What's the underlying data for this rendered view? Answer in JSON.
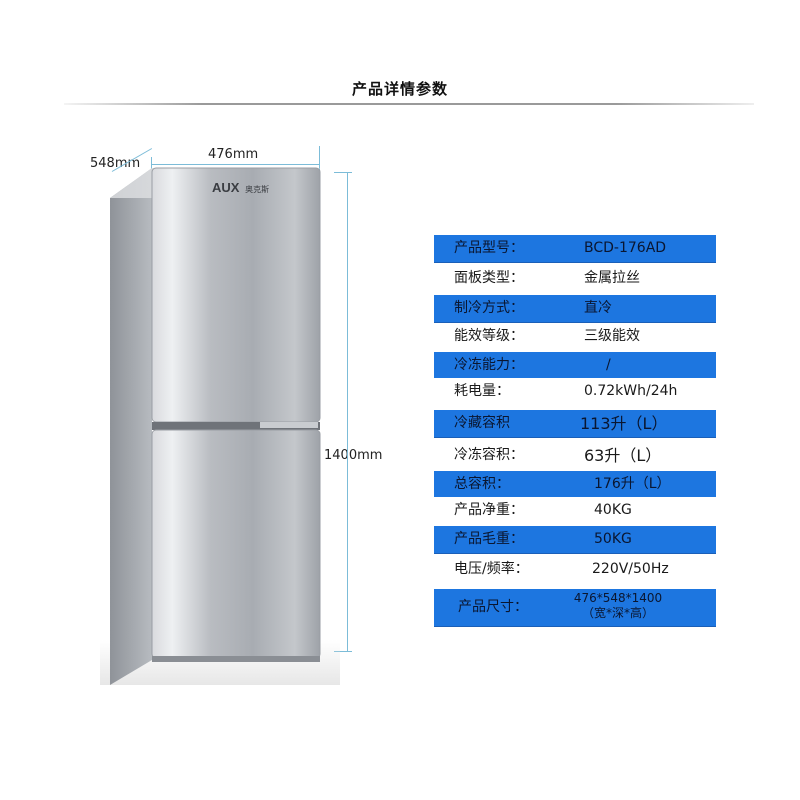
{
  "header": {
    "title": "产品详情参数"
  },
  "dimensions": {
    "depth": "548mm",
    "width": "476mm",
    "height": "1400mm"
  },
  "product": {
    "brand": "AUX",
    "brand_cn": "奥克斯"
  },
  "specs": [
    {
      "label": "产品型号：",
      "value": "BCD-176AD"
    },
    {
      "label": "面板类型：",
      "value": "金属拉丝"
    },
    {
      "label": "制冷方式：",
      "value": "直冷"
    },
    {
      "label": "能效等级：",
      "value": "三级能效"
    },
    {
      "label": "冷冻能力：",
      "value": "/"
    },
    {
      "label": "耗电量：",
      "value": "0.72kWh/24h"
    },
    {
      "label": "冷藏容积",
      "value": "113升（L）"
    },
    {
      "label": "冷冻容积：",
      "value": "63升（L）"
    },
    {
      "label": "总容积：",
      "value": "176升（L）"
    },
    {
      "label": "产品净重：",
      "value": "40KG"
    },
    {
      "label": "产品毛重：",
      "value": "50KG"
    },
    {
      "label": "电压/频率：",
      "value": "220V/50Hz"
    },
    {
      "label": "产品尺寸：",
      "value_line1": "476*548*1400",
      "value_line2": "（宽*深*高）"
    }
  ],
  "colors": {
    "row_blue": "#1d76e0",
    "dimension_line": "#7cbcd8"
  }
}
